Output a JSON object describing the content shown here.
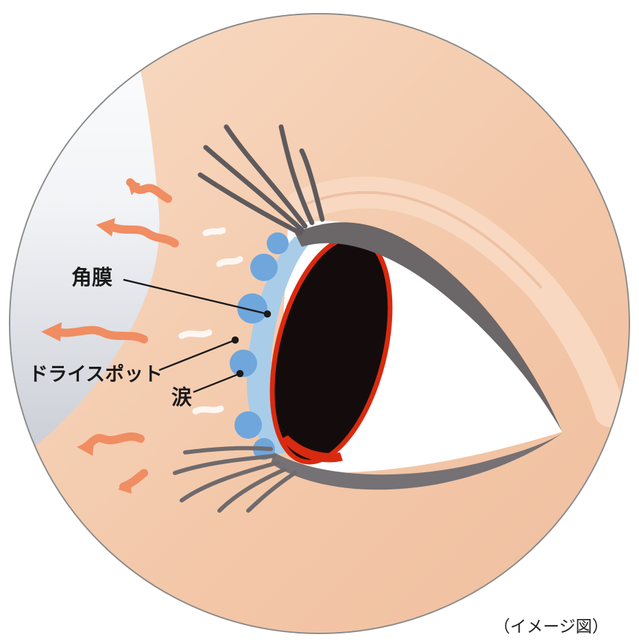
{
  "diagram": {
    "labels": {
      "cornea": "角膜",
      "dry_spot": "ドライスポット",
      "tear": "涙"
    },
    "caption": "（イメージ図）",
    "icons": [
      "eye-illustration",
      "evaporation-arrow-icon",
      "eyelash-icon"
    ],
    "colors": {
      "skin": "#f3c7a8",
      "skin_light": "#f8dcc6",
      "pupil": "#140c0c",
      "iris_rim": "#d82a10",
      "eyelid_line": "#6b6668",
      "tear_film": "#a9cde8",
      "tear_drop": "#6fa6dc",
      "evaporation": "#f08d62",
      "background_left": "#dfe2e8"
    }
  }
}
